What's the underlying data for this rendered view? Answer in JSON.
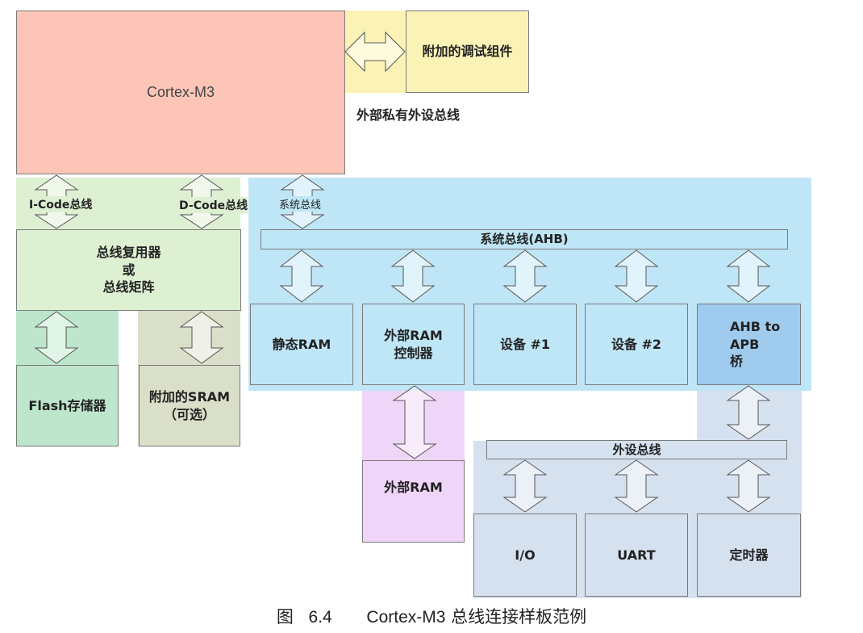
{
  "colors": {
    "cpu": "#fcc5b8",
    "debug": "#fbf3b6",
    "code_bus": "#def0d2",
    "flash": "#bde6cd",
    "sram": "#d9dfc9",
    "system": "#bfe6f7",
    "bridge": "#9fcbef",
    "ext_ram": "#efd5f7",
    "peripheral": "#d6e1f0"
  },
  "cpu": {
    "label": "Cortex-M3"
  },
  "debug": {
    "label": "附加的调试组件",
    "bus_label": "外部私有外设总线"
  },
  "code_buses": {
    "icode": "I-Code总线",
    "dcode": "D-Code总线",
    "system": "系统总线"
  },
  "mux": {
    "line1": "总线复用器",
    "line2": "或",
    "line3": "总线矩阵"
  },
  "flash": {
    "label": "Flash存储器"
  },
  "sram": {
    "line1": "附加的SRAM",
    "line2": "（可选）"
  },
  "ahb": {
    "label": "系统总线(AHB)"
  },
  "devices": {
    "static_ram": "静态RAM",
    "ext_ram_ctrl_1": "外部RAM",
    "ext_ram_ctrl_2": "控制器",
    "dev1": "设备 #1",
    "dev2": "设备 #2",
    "bridge_1": "AHB to",
    "bridge_2": "APB",
    "bridge_3": "桥"
  },
  "ext_ram": {
    "label": "外部RAM"
  },
  "apb": {
    "label": "外设总线"
  },
  "peripherals": {
    "io": "I/O",
    "uart": "UART",
    "timer": "定时器"
  },
  "caption": {
    "prefix": "图",
    "number": "6.4",
    "brand": "Cortex-M3",
    "text": "总线连接样板范例"
  }
}
